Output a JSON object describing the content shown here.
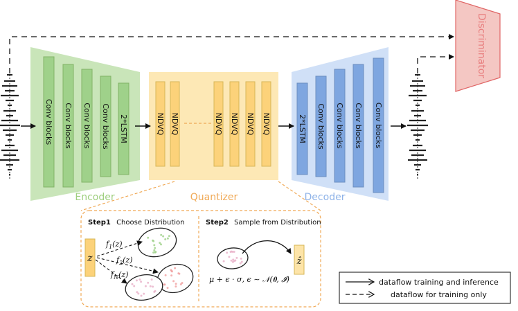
{
  "colors": {
    "encoder_fill": "#b7dca1",
    "encoder_block": "#9fd18a",
    "encoder_stroke": "#82b366",
    "quantizer_fill": "#fde4a8",
    "quantizer_block": "#fcd27a",
    "quantizer_stroke": "#d6b656",
    "decoder_fill": "#c4d8f5",
    "decoder_block": "#7ea6e0",
    "decoder_stroke": "#6c8ebf",
    "discriminator_fill": "#f4c7c3",
    "discriminator_stroke": "#e06666",
    "orange_dash": "#f0a956",
    "encoder_text": "#9fcf7f",
    "quantizer_text": "#f0a956",
    "decoder_text": "#8fb3e8",
    "discriminator_text": "#e88080"
  },
  "encoder": {
    "label": "Encoder",
    "blocks": [
      "Conv blocks",
      "Conv blocks",
      "Conv blocks",
      "Conv blocks",
      "2*LSTM"
    ]
  },
  "quantizer": {
    "label": "Quantizer",
    "blocks": [
      "NDVQ",
      "NDVQ",
      "NDVQ",
      "NDVQ",
      "NDVQ"
    ]
  },
  "decoder": {
    "label": "Decoder",
    "blocks": [
      "2*LSTM",
      "Conv blocks",
      "Conv blocks",
      "Conv blocks",
      "Conv blocks"
    ]
  },
  "discriminator": {
    "label": "Discriminator"
  },
  "detail": {
    "step1_bold": "Step1",
    "step1_text": "Choose Distribution",
    "step2_bold": "Step2",
    "step2_text": "Sample from Distribution",
    "z_label": "z",
    "zhat_label": "ẑ",
    "f1": "f",
    "f1_sub": "1",
    "f2": "f",
    "f2_sub": "2",
    "fn": "f",
    "fn_sub": "N",
    "fz": "(z)",
    "formula": "μ + ϵ · σ, ϵ ∼ 𝒩(𝟎, 𝓘)"
  },
  "legend": {
    "solid_label": "dataflow training and inference",
    "dashed_label": "dataflow for training only"
  }
}
